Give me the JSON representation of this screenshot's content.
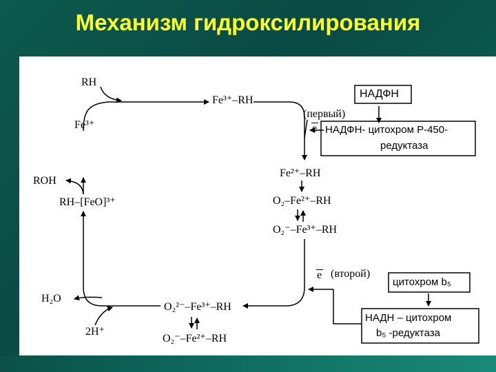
{
  "title": "Механизм гидроксилирования",
  "labels": {
    "rh_top": "RH",
    "fe3_left": "Fe³⁺",
    "fe3_rh_top": "Fe³⁺–RH",
    "nadph": "НАДФН",
    "first": "(первый)",
    "e1": "e",
    "reductase1_line1": "НАДФН- цитохром Р-450-",
    "reductase1_line2": "редуктаза",
    "fe2_rh": "Fe²⁺–RH",
    "o2_fe2_rh": "O₂–Fe²⁺–RH",
    "o2_fe3_rh": "O₂⁻–Fe³⁺–RH",
    "roh": "ROH",
    "rh_feo": "RH–[FeO]³⁺",
    "e2": "e",
    "second": "(второй)",
    "cytochrome_b5": "цитохром b₅",
    "h2o": "H₂O",
    "twoh": "2H⁺",
    "o2_fe3_rh_bottom": "O₂²⁻–Fe³⁺–RH",
    "o2_fe2_rh_bottom": "O₂⁻–Fe²⁺–RH",
    "reductase2_line1": "НАДН – цитохром",
    "reductase2_line2": "b₅ -редуктаза"
  }
}
